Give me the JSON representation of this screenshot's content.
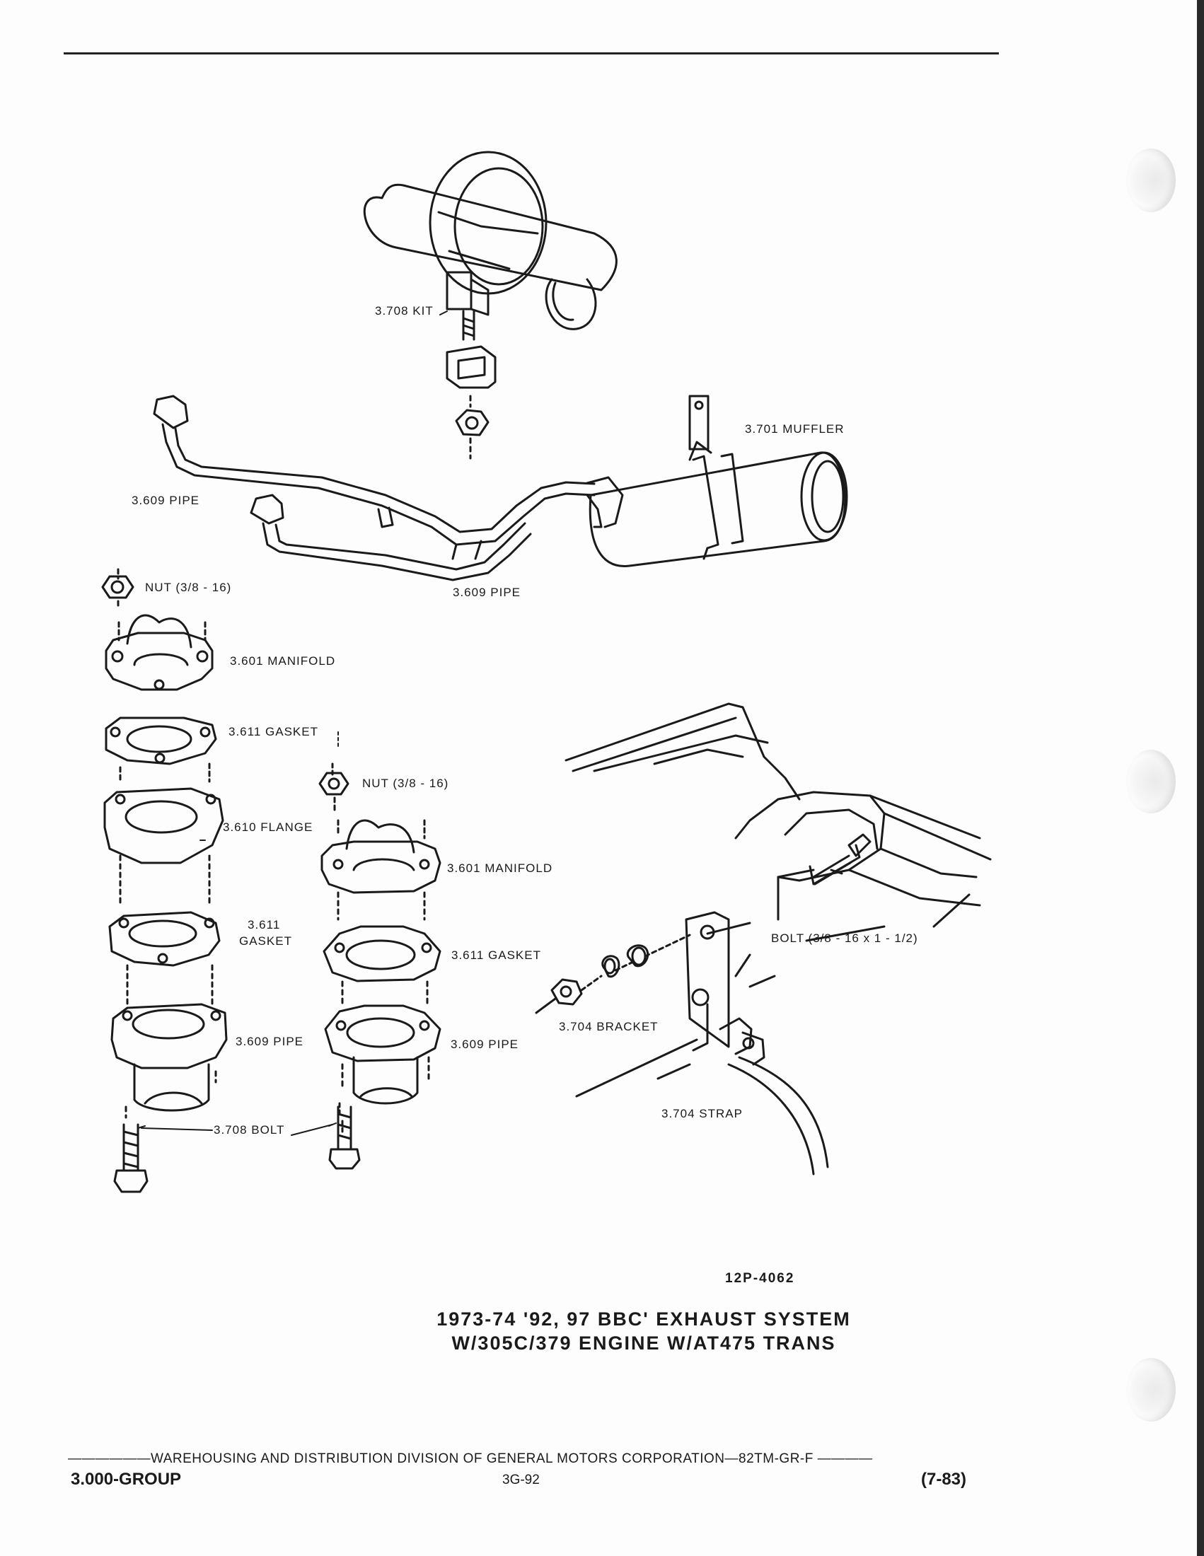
{
  "labels": {
    "kit": "3.708 KIT",
    "muffler": "3.701 MUFFLER",
    "pipe_left": "3.609 PIPE",
    "pipe_bottom": "3.609 PIPE",
    "nut_1": "NUT (3/8 - 16)",
    "manifold_1": "3.601 MANIFOLD",
    "gasket_1": "3.611 GASKET",
    "nut_2": "NUT (3/8 - 16)",
    "flange": "3.610 FLANGE",
    "manifold_2": "3.601 MANIFOLD",
    "gasket_2a": "3.611",
    "gasket_2b": "GASKET",
    "gasket_3": "3.611 GASKET",
    "bolt_strap": "BOLT (3/8 - 16 x 1 - 1/2)",
    "bracket": "3.704 BRACKET",
    "pipe_stack_1": "3.609 PIPE",
    "pipe_stack_2": "3.609 PIPE",
    "bolt_708": "3.708 BOLT",
    "strap": "3.704 STRAP"
  },
  "figure_code": "12P-4062",
  "caption": {
    "line1": "1973-74 '92, 97 BBC' EXHAUST SYSTEM",
    "line2": "W/305C/379 ENGINE W/AT475 TRANS"
  },
  "footer": {
    "division_line": "——————WAREHOUSING AND DISTRIBUTION  DIVISION OF GENERAL MOTORS CORPORATION—82TM-GR-F  ————",
    "group": "3.000-GROUP",
    "page": "3G-92",
    "revision": "(7-83)"
  }
}
